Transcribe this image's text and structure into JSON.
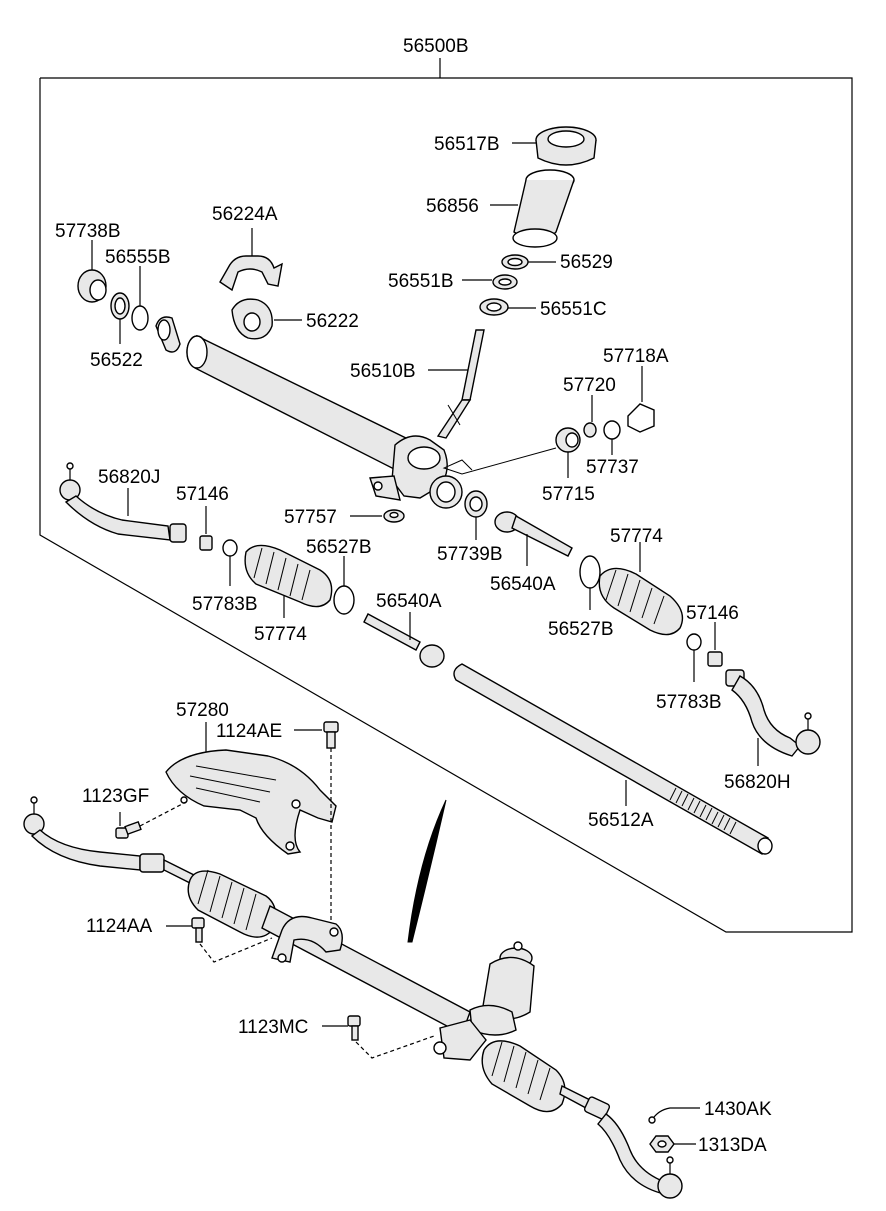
{
  "assembly_label": "56500B",
  "labels": {
    "p56517B": "56517B",
    "p56856": "56856",
    "p56529": "56529",
    "p56551B": "56551B",
    "p56551C": "56551C",
    "p56224A": "56224A",
    "p56222": "56222",
    "p57738B": "57738B",
    "p56555B": "56555B",
    "p56522": "56522",
    "p56510B": "56510B",
    "p57718A": "57718A",
    "p57720": "57720",
    "p57737": "57737",
    "p57715": "57715",
    "p56820J": "56820J",
    "p57146_left": "57146",
    "p57757": "57757",
    "p56527B_left": "56527B",
    "p57739B": "57739B",
    "p57774_right": "57774",
    "p56540A_right": "56540A",
    "p57783B_left": "57783B",
    "p57774_left": "57774",
    "p56540A_left": "56540A",
    "p56527B_right": "56527B",
    "p57146_right": "57146",
    "p57783B_right": "57783B",
    "p56820H": "56820H",
    "p56512A": "56512A",
    "p57280": "57280",
    "p1124AE": "1124AE",
    "p1123GF": "1123GF",
    "p1124AA": "1124AA",
    "p1123MC": "1123MC",
    "p1430AK": "1430AK",
    "p1313DA": "1313DA"
  }
}
